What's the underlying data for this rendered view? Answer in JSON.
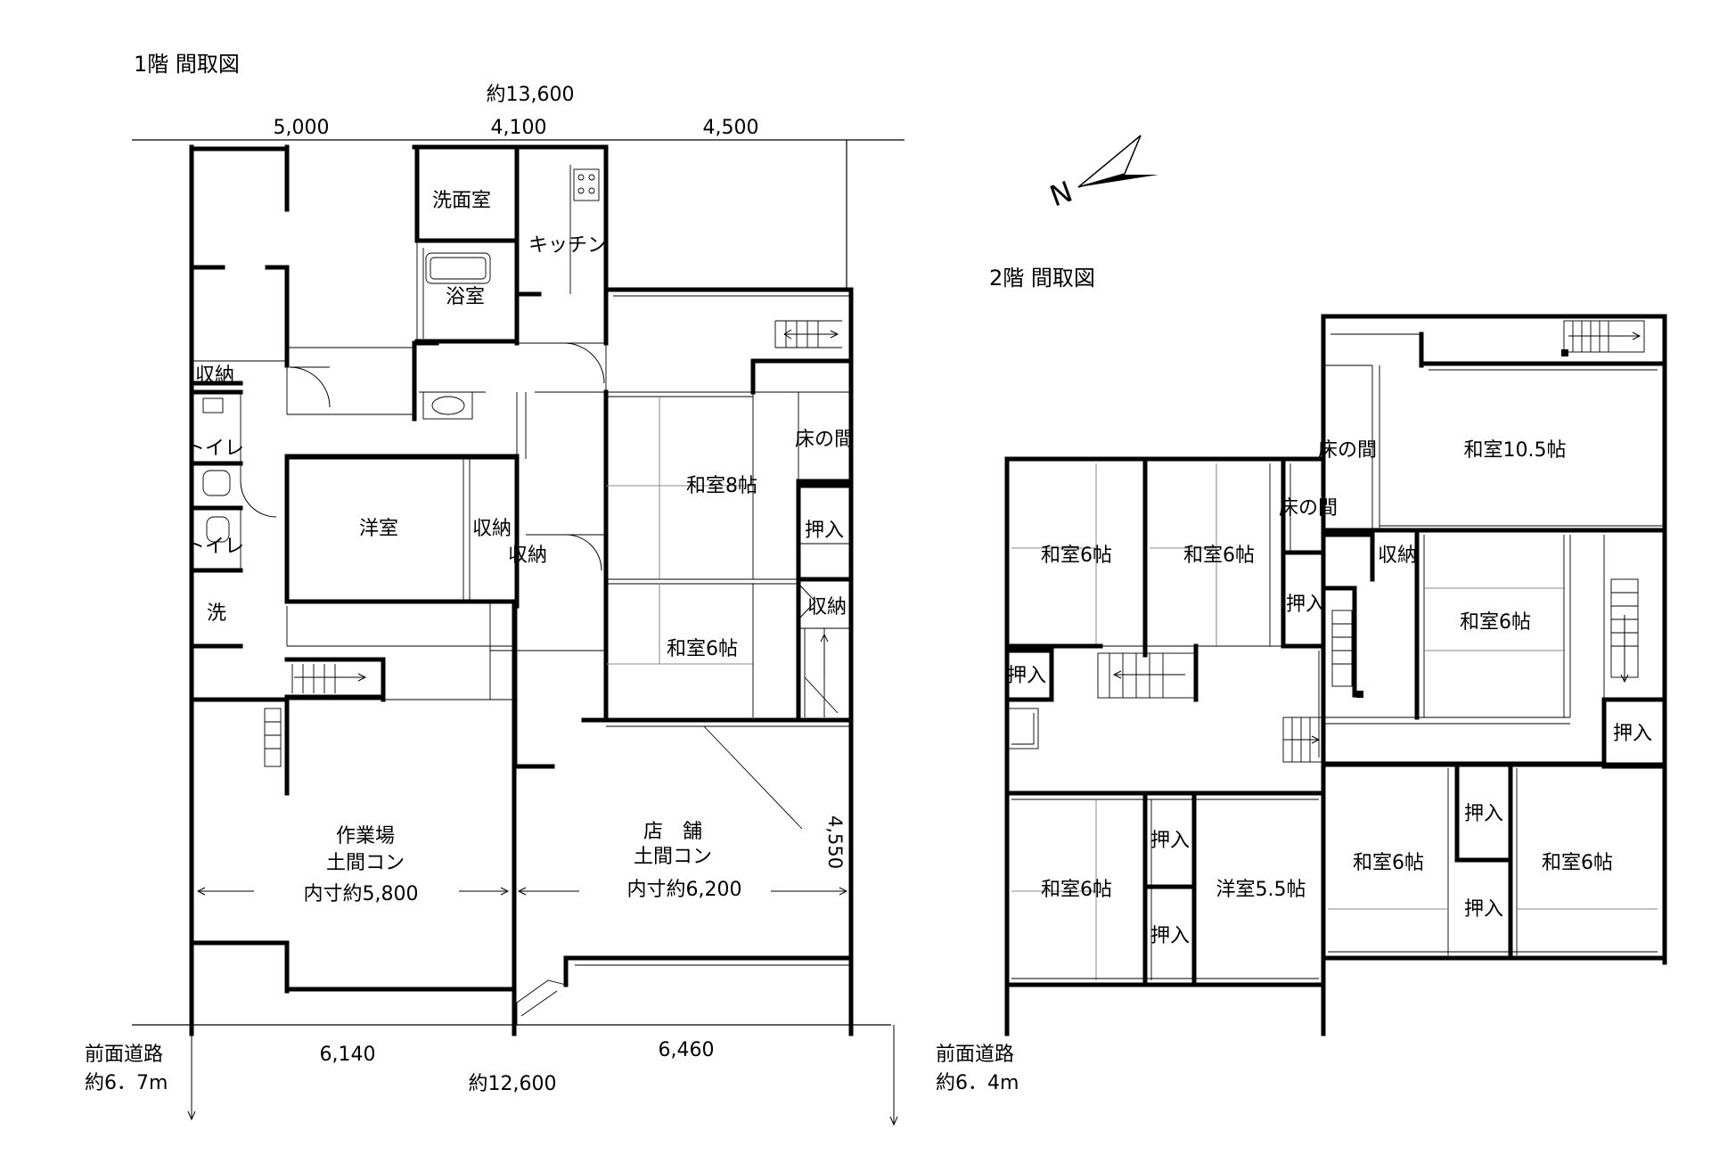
{
  "floor1": {
    "title": "1階 間取図",
    "dim_total_top": "約13,600",
    "dim_top_1": "5,000",
    "dim_top_2": "4,100",
    "dim_top_3": "4,500",
    "dim_bottom_1": "6,140",
    "dim_bottom_2": "6,460",
    "dim_total_bottom": "約12,600",
    "dim_side": "4,550",
    "road_label": "前面道路",
    "road_width": "約6．7m",
    "rooms": {
      "senmen": "洗面室",
      "kitchen": "キッチン",
      "yokushitsu": "浴室",
      "shuno_a": "収納",
      "toilet_a": "トイレ",
      "toilet_b": "トイレ",
      "sen": "洗",
      "yoshitsu": "洋室",
      "shuno_b": "収納",
      "shuno_c": "収納",
      "washitsu8": "和室8帖",
      "tokonoma": "床の間",
      "oshiire": "押入",
      "shuno_d": "収納",
      "washitsu6": "和室6帖",
      "sagyoba": "作業場",
      "sagyoba_sub": "土間コン",
      "sagyoba_size": "内寸約5,800",
      "tenpo": "店　舗",
      "tenpo_sub": "土間コン",
      "tenpo_size": "内寸約6,200"
    }
  },
  "floor2": {
    "title": "2階 間取図",
    "road_label": "前面道路",
    "road_width": "約6．4m",
    "rooms": {
      "tokonoma_a": "床の間",
      "washitsu105": "和室10.5帖",
      "tokonoma_b": "床の間",
      "washitsu6_a": "和室6帖",
      "washitsu6_b": "和室6帖",
      "shuno": "収納",
      "oshiire_a": "押入",
      "washitsu6_c": "和室6帖",
      "oshiire_b": "押入",
      "oshiire_c": "押入",
      "washitsu6_d": "和室6帖",
      "oshiire_d": "押入",
      "yoshitsu55": "洋室5.5帖",
      "oshiire_e": "押入",
      "washitsu6_e": "和室6帖",
      "oshiire_f": "押入",
      "washitsu6_f": "和室6帖",
      "oshiire_g": "押入"
    }
  },
  "compass_icon": "north-arrow-icon"
}
